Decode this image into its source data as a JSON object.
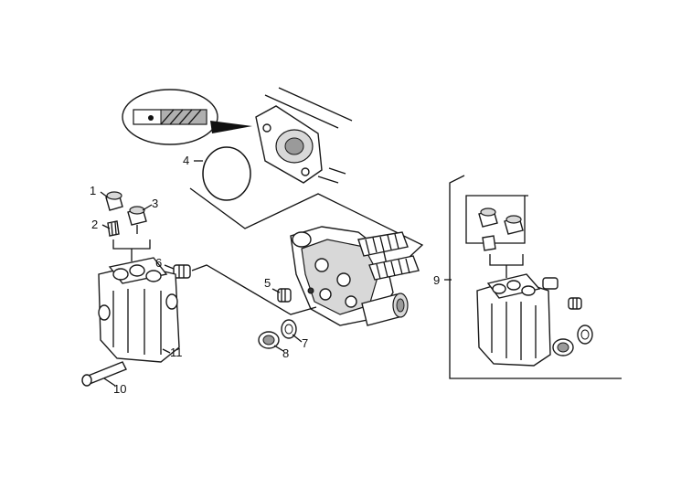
{
  "diagram": {
    "callouts": [
      {
        "id": "c1",
        "text": "1"
      },
      {
        "id": "c2",
        "text": "2"
      },
      {
        "id": "c3",
        "text": "3"
      },
      {
        "id": "c4",
        "text": "4"
      },
      {
        "id": "c5",
        "text": "5"
      },
      {
        "id": "c6",
        "text": "6"
      },
      {
        "id": "c7",
        "text": "7"
      },
      {
        "id": "c8",
        "text": "8"
      },
      {
        "id": "c9",
        "text": "9"
      },
      {
        "id": "c10",
        "text": "10"
      },
      {
        "id": "c11",
        "text": "11"
      }
    ]
  },
  "colors": {
    "line": "#111111",
    "shade": "#9a9a9a",
    "background": "#ffffff"
  }
}
